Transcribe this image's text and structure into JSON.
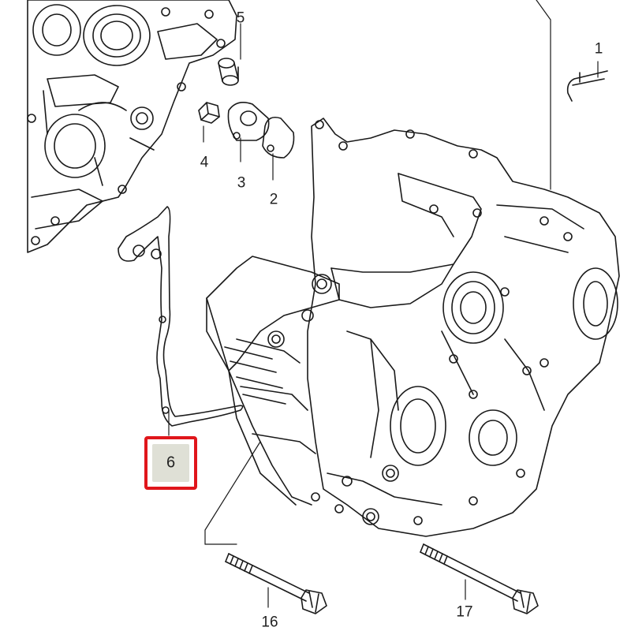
{
  "diagram": {
    "highlight_color": "#e0161b",
    "highlight_fill": "#dfe0d6",
    "line_color": "#1a1a1a",
    "selected_part": "6",
    "callouts": {
      "p1": "1",
      "p2": "2",
      "p3": "3",
      "p4": "4",
      "p5": "5",
      "p6": "6",
      "p16": "16",
      "p17": "17"
    }
  }
}
